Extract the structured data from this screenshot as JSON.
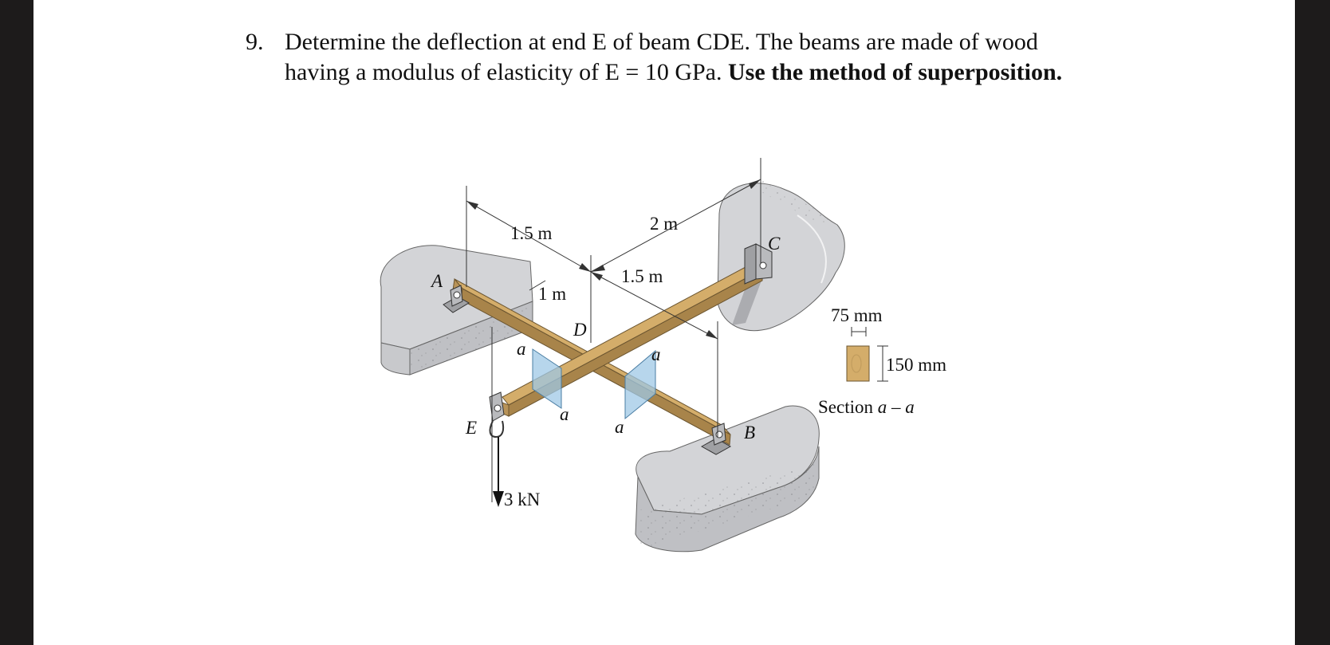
{
  "problem": {
    "number": "9.",
    "line1": "Determine the deflection at end E of beam CDE. The beams are made of wood",
    "line2_normal": "having a modulus of elasticity of E = 10 GPa. ",
    "line2_bold": "Use the method of superposition."
  },
  "figure": {
    "dimensions": {
      "d1": "1.5 m",
      "d2": "2 m",
      "d3": "1.5 m",
      "d4": "1 m"
    },
    "points": {
      "A": "A",
      "B": "B",
      "C": "C",
      "D": "D",
      "E": "E"
    },
    "section_marks": [
      "a",
      "a",
      "a",
      "a"
    ],
    "load": "3 kN",
    "section": {
      "width": "75 mm",
      "height": "150 mm",
      "caption_prefix": "Section ",
      "caption_var": "a – a"
    }
  },
  "colors": {
    "wood": "#d4ad6a",
    "wood_dark": "#a8844a",
    "concrete": "#d3d4d7",
    "concrete_dark": "#bfc0c4",
    "section_plane": "#9fc8e6"
  }
}
